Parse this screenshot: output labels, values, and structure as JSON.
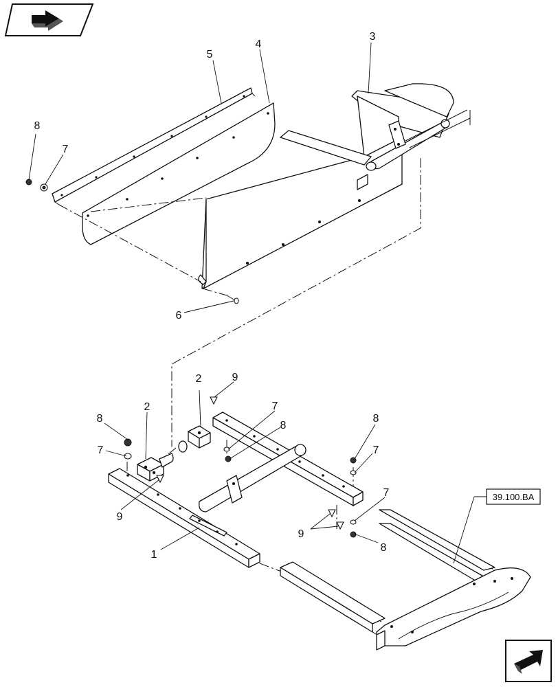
{
  "callouts": {
    "p1": "1",
    "p2a": "2",
    "p2b": "2",
    "p3": "3",
    "p4": "4",
    "p5": "5",
    "p6": "6",
    "p7a": "7",
    "p7b": "7",
    "p7c": "7",
    "p7d": "7",
    "p7e": "7",
    "p8a": "8",
    "p8b": "8",
    "p8c": "8",
    "p8d": "8",
    "p8e": "8",
    "p9a": "9",
    "p9b": "9",
    "p9c": "9"
  },
  "reference": {
    "label": "39.100.BA"
  },
  "icons": {
    "top": "previous-page-arrow-icon",
    "bottom": "next-page-arrow-icon"
  }
}
